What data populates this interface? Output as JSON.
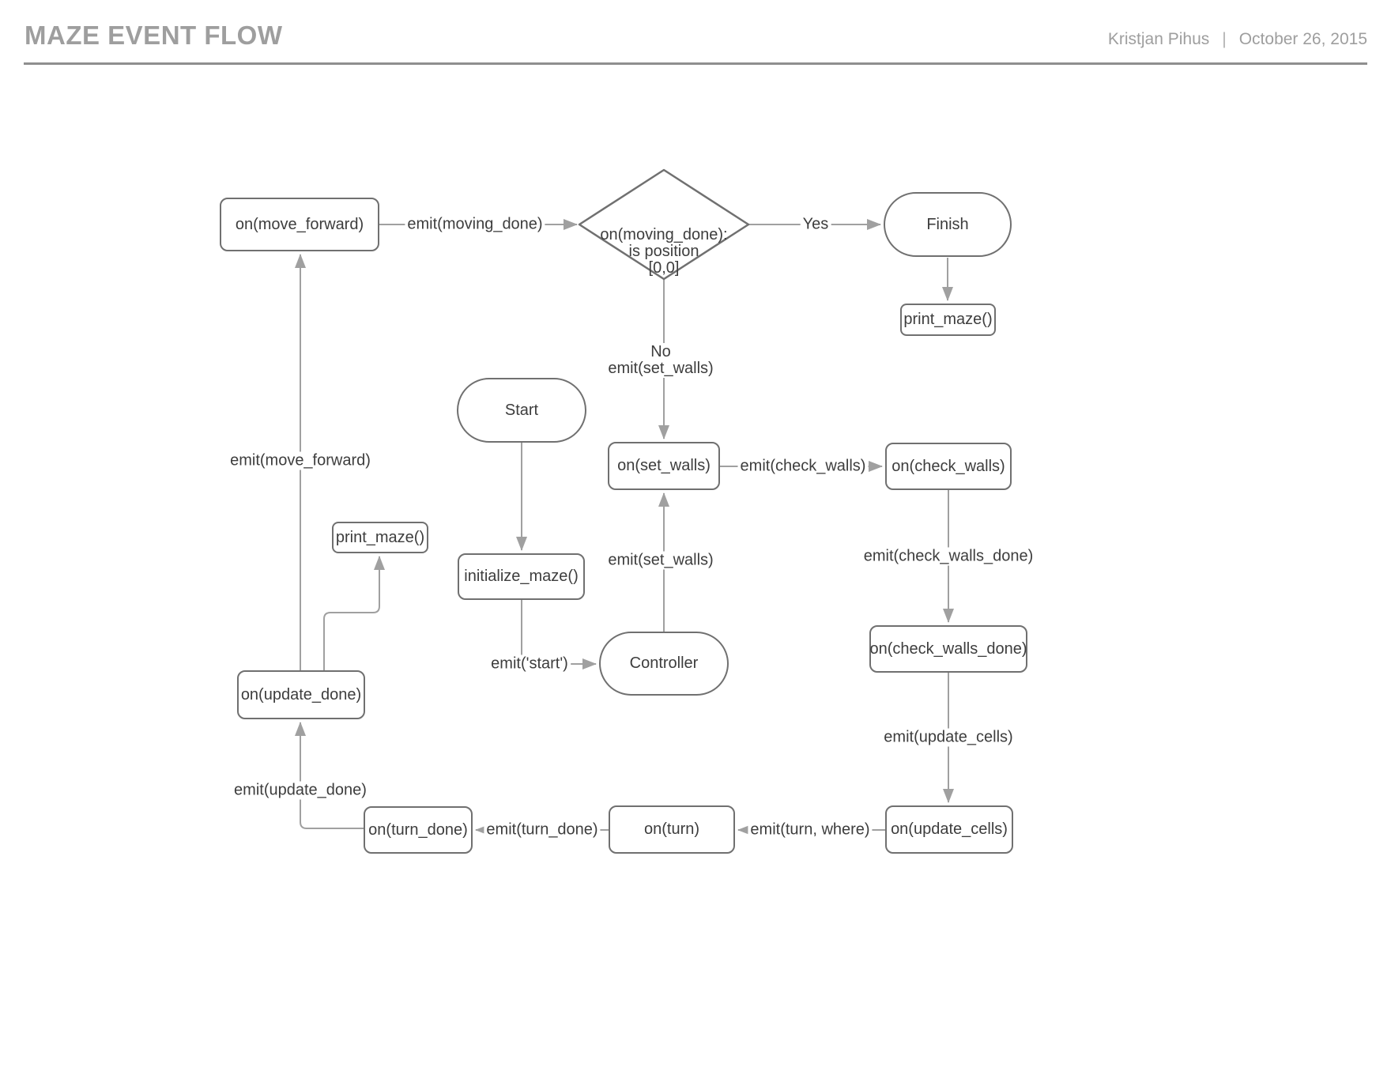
{
  "header": {
    "title": "MAZE EVENT FLOW",
    "author": "Kristjan Pihus",
    "separator": "|",
    "date": "October 26, 2015"
  },
  "colors": {
    "background": "#ffffff",
    "header_text": "#9e9e9e",
    "header_rule": "#8f8f8f",
    "node_border": "#707070",
    "node_text": "#3d3d3d",
    "edge_line": "#a0a0a0"
  },
  "nodes": {
    "on_move_forward": {
      "type": "process",
      "label": "on(move_forward)"
    },
    "decision": {
      "type": "decision",
      "line1": "on(moving_done):",
      "line2": "is position",
      "line3": "[0,0]"
    },
    "finish": {
      "type": "terminator",
      "label": "Finish"
    },
    "print_maze_top": {
      "type": "process",
      "label": "print_maze()"
    },
    "start": {
      "type": "terminator",
      "label": "Start"
    },
    "initialize_maze": {
      "type": "process",
      "label": "initialize_maze()"
    },
    "controller": {
      "type": "terminator",
      "label": "Controller"
    },
    "on_set_walls": {
      "type": "process",
      "label": "on(set_walls)"
    },
    "on_check_walls": {
      "type": "process",
      "label": "on(check_walls)"
    },
    "on_check_walls_done": {
      "type": "process",
      "label": "on(check_walls_done)"
    },
    "on_update_cells": {
      "type": "process",
      "label": "on(update_cells)"
    },
    "on_turn": {
      "type": "process",
      "label": "on(turn)"
    },
    "on_turn_done": {
      "type": "process",
      "label": "on(turn_done)"
    },
    "on_update_done": {
      "type": "process",
      "label": "on(update_done)"
    },
    "print_maze_left": {
      "type": "process",
      "label": "print_maze()"
    }
  },
  "edges": {
    "moving_done": {
      "from": "on_move_forward",
      "to": "decision",
      "label": "emit(moving_done)"
    },
    "decision_yes": {
      "from": "decision",
      "to": "finish",
      "branch": "Yes"
    },
    "finish_print": {
      "from": "finish",
      "to": "print_maze_top",
      "label": ""
    },
    "decision_no": {
      "from": "decision",
      "to": "on_set_walls",
      "branch": "No",
      "label": "emit(set_walls)"
    },
    "check_walls": {
      "from": "on_set_walls",
      "to": "on_check_walls",
      "label": "emit(check_walls)"
    },
    "start_init": {
      "from": "start",
      "to": "initialize_maze",
      "label": ""
    },
    "emit_start": {
      "from": "initialize_maze",
      "to": "controller",
      "label": "emit('start')"
    },
    "set_walls_up": {
      "from": "controller",
      "to": "on_set_walls",
      "label": "emit(set_walls)"
    },
    "check_walls_done": {
      "from": "on_check_walls",
      "to": "on_check_walls_done",
      "label": "emit(check_walls_done)"
    },
    "update_cells": {
      "from": "on_check_walls_done",
      "to": "on_update_cells",
      "label": "emit(update_cells)"
    },
    "turn_where": {
      "from": "on_update_cells",
      "to": "on_turn",
      "label": "emit(turn, where)"
    },
    "turn_done": {
      "from": "on_turn",
      "to": "on_turn_done",
      "label": "emit(turn_done)"
    },
    "update_done": {
      "from": "on_turn_done",
      "to": "on_update_done",
      "label": "emit(update_done)"
    },
    "move_forward": {
      "from": "on_update_done",
      "to": "on_move_forward",
      "label": "emit(move_forward)"
    },
    "update_print": {
      "from": "on_update_done",
      "to": "print_maze_left",
      "label": ""
    }
  }
}
